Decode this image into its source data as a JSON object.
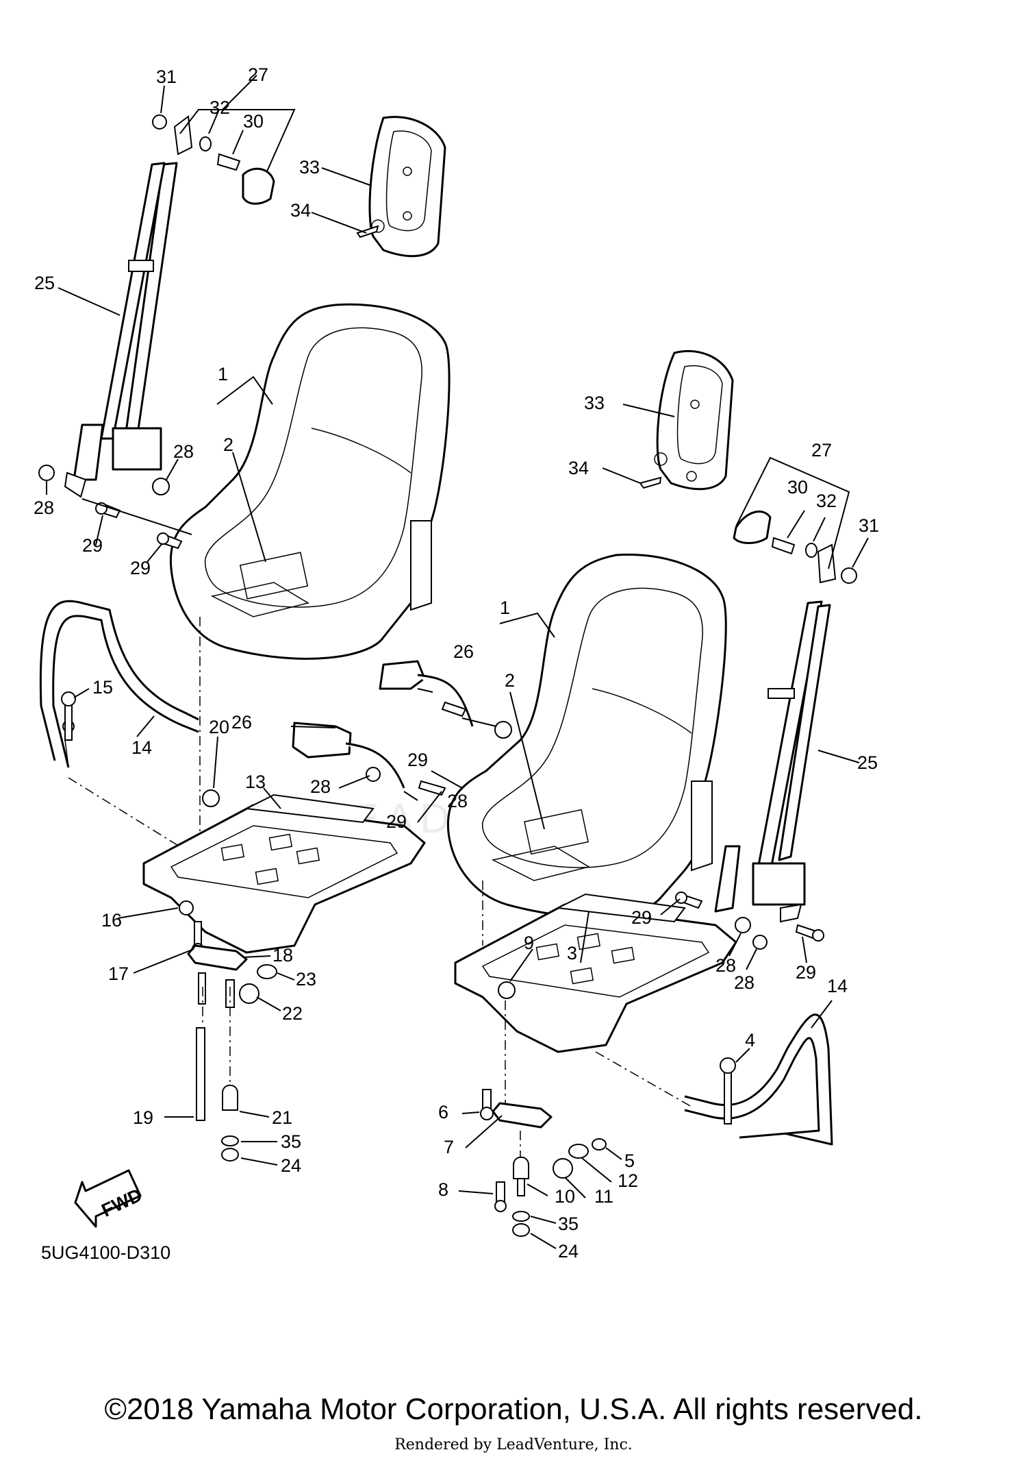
{
  "diagram_code": "5UG4100-D310",
  "copyright": "©2018 Yamaha Motor Corporation, U.S.A. All rights reserved.",
  "rendered_by": "Rendered by LeadVenture, Inc.",
  "watermark": "LEADVENTURE",
  "fwd_label": "FWD",
  "callouts": {
    "c1a": "1",
    "c2a": "2",
    "c1b": "1",
    "c2b": "2",
    "c3": "3",
    "c4": "4",
    "c5": "5",
    "c6": "6",
    "c7": "7",
    "c8": "8",
    "c9": "9",
    "c10": "10",
    "c11": "11",
    "c12": "12",
    "c13": "13",
    "c14a": "14",
    "c14b": "14",
    "c15": "15",
    "c16": "16",
    "c17": "17",
    "c18": "18",
    "c19": "19",
    "c20": "20",
    "c21": "21",
    "c22": "22",
    "c23": "23",
    "c24a": "24",
    "c24b": "24",
    "c25a": "25",
    "c25b": "25",
    "c26a": "26",
    "c26b": "26",
    "c27a": "27",
    "c27b": "27",
    "c28a": "28",
    "c28b": "28",
    "c28c": "28",
    "c28d": "28",
    "c28e": "28",
    "c28f": "28",
    "c29a": "29",
    "c29b": "29",
    "c29c": "29",
    "c29d": "29",
    "c29e": "29",
    "c29f": "29",
    "c30a": "30",
    "c30b": "30",
    "c31a": "31",
    "c31b": "31",
    "c32a": "32",
    "c32b": "32",
    "c33a": "33",
    "c33b": "33",
    "c34a": "34",
    "c34b": "34",
    "c35a": "35",
    "c35b": "35"
  }
}
